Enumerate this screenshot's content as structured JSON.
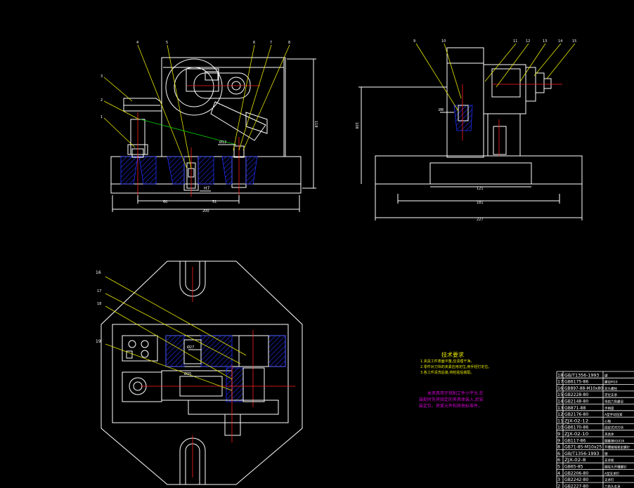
{
  "front_view": {
    "part_labels": [
      "1",
      "2",
      "3",
      "4",
      "5",
      "6",
      "7",
      "8"
    ],
    "dims": {
      "overall_width": "200",
      "left_offset": "60",
      "right_offset": "51",
      "height": "118",
      "fit_label": "H7",
      "dia_label": "Ø12"
    }
  },
  "side_view": {
    "part_labels": [
      "9",
      "10",
      "11",
      "12",
      "13",
      "14",
      "15"
    ],
    "dims": {
      "width_inner": "121",
      "width_middle": "181",
      "width_outer": "227",
      "height": "108",
      "dia_label": "Ø8"
    }
  },
  "top_view": {
    "part_labels": [
      "16",
      "17",
      "18",
      "19"
    ],
    "dims": {
      "dia_a": "Ø27",
      "dia_b": "Ø35"
    }
  },
  "technical_requirements": {
    "title": "技术要求",
    "lines": [
      "1.夹具工件表面平整,应清理干净。",
      "2.零件对刀块的夹紧应用定位,用手轻打定位。",
      "3.各工件清洗后装,待检验后装配。"
    ]
  },
  "notes": {
    "lines": [
      "本夹具用于铣削工件小平台,在",
      "装配时先将固定的夹具体装入,后安",
      "装定位、夹紧元件和其他标准件。"
    ]
  },
  "parts_list": [
    {
      "no": "18",
      "code": "GB/T1356-1993",
      "name": "键"
    },
    {
      "no": "17",
      "code": "GB6175-86",
      "name": "螺母M10"
    },
    {
      "no": "16",
      "code": "GB897-88-M10x80",
      "name": "双头螺柱"
    },
    {
      "no": "15",
      "code": "GB2228-80",
      "name": "定位支承"
    },
    {
      "no": "14",
      "code": "GB2148-80",
      "name": "带肩六角螺母"
    },
    {
      "no": "13",
      "code": "GB871-88",
      "name": "手柄座"
    },
    {
      "no": "12",
      "code": "GB2176-80",
      "name": "A型手动压紧"
    },
    {
      "no": "11",
      "code": "ZJX-02-12",
      "name": "心轴"
    },
    {
      "no": "10",
      "code": "GB6170-86",
      "name": "固定式对刀块"
    },
    {
      "no": "9",
      "code": "ZJX-02-10",
      "name": "夹具体"
    },
    {
      "no": "9",
      "code": "GB117-86",
      "name": "圆锥销A5X16"
    },
    {
      "no": "8",
      "code": "GB71-85-M10x25",
      "name": "开槽锥端紧定螺钉"
    },
    {
      "no": "6",
      "code": "GB/T1356-1993",
      "name": "键"
    },
    {
      "no": "6",
      "code": "ZJX-02-8",
      "name": "支承板"
    },
    {
      "no": "5",
      "code": "GB65-85",
      "name": "圆柱头开槽螺钉"
    },
    {
      "no": "4",
      "code": "GB2206-80",
      "name": "A型支承钉"
    },
    {
      "no": "3",
      "code": "GB2242-80",
      "name": "支承钉"
    },
    {
      "no": "2",
      "code": "GB2227-80",
      "name": "六角头支承"
    }
  ],
  "colors": {
    "background": "#000000",
    "outline": "#ffffff",
    "leader": "#e8e800",
    "centerline": "#ff2020",
    "hatch": "#2030ff",
    "text_note": "#d000d0"
  }
}
